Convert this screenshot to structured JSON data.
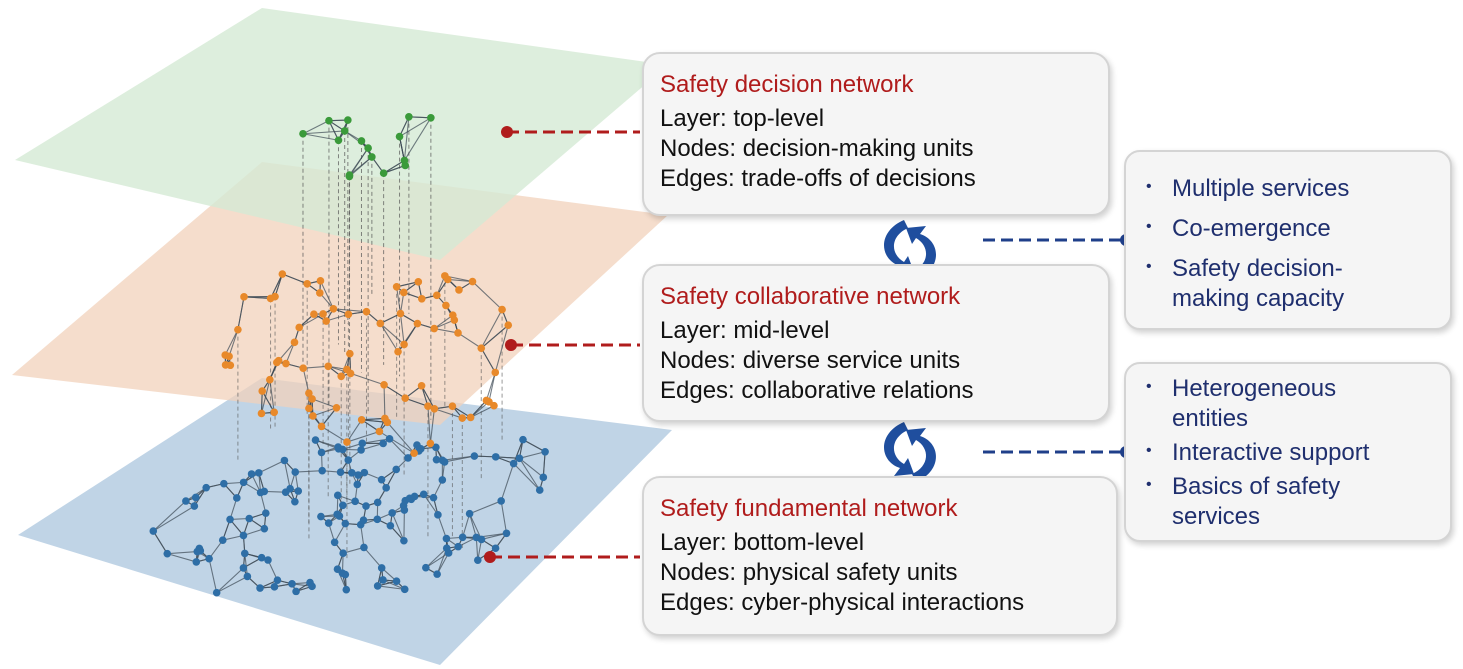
{
  "layers": [
    {
      "title": "Safety decision network",
      "lines": [
        "Layer: top-level",
        "Nodes: decision-making units",
        "Edges: trade-offs of decisions"
      ]
    },
    {
      "title": "Safety collaborative network",
      "lines": [
        "Layer: mid-level",
        "Nodes: diverse service units",
        "Edges: collaborative relations"
      ]
    },
    {
      "title": "Safety fundamental network",
      "lines": [
        "Layer: bottom-level",
        "Nodes: physical safety units",
        "Edges: cyber-physical interactions"
      ]
    }
  ],
  "side_boxes": [
    {
      "items": [
        "Multiple services",
        "Co-emergence",
        "Safety decision-making capacity"
      ]
    },
    {
      "items": [
        "Heterogeneous entities",
        "Interactive support",
        "Basics of safety services"
      ]
    }
  ],
  "colors": {
    "top_plane": "#d4ead4",
    "mid_plane": "#f2d2bb",
    "bottom_plane": "#b9cfe3",
    "top_node": "#3a9a3a",
    "mid_node": "#e8892a",
    "bottom_node": "#2e6ea6",
    "title_red": "#b01c1c",
    "connector_red": "#b01c1c",
    "connector_blue": "#1f3f8a",
    "arrow_blue": "#1f4e9e"
  }
}
